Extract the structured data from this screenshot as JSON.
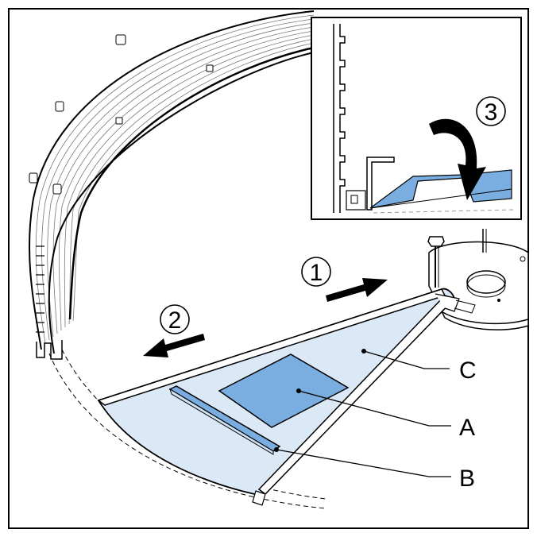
{
  "figure": {
    "steps": [
      "1",
      "2",
      "3"
    ],
    "callouts": {
      "a": "A",
      "b": "B",
      "c": "C"
    },
    "colors": {
      "plate": "#dbe9f6",
      "panel": "#7aaee0",
      "stroke": "#000000",
      "background": "#ffffff"
    }
  }
}
